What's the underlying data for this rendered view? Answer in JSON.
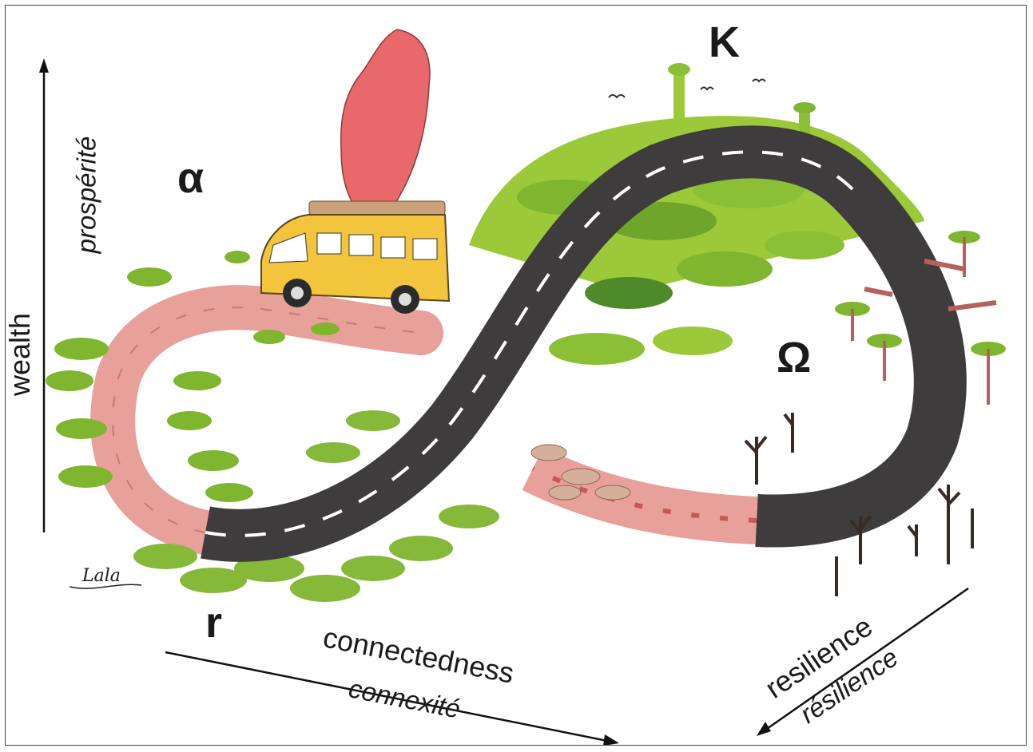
{
  "phases": {
    "alpha": "α",
    "K": "K",
    "omega": "Ω",
    "r": "r"
  },
  "axes": {
    "vertical": {
      "en": "wealth",
      "fr": "prospérité"
    },
    "horizontal": {
      "en": "connectedness",
      "fr": "connexité"
    },
    "diagonal": {
      "en": "resilience",
      "fr": "résilience"
    }
  },
  "signature": "Lala",
  "colors": {
    "dirt_road": "#e8a09a",
    "asphalt": "#3f3c3d",
    "forest_dark": "#4f8a2a",
    "forest_light": "#9cc93a",
    "madagascar": "#e8686c",
    "taxi_brousse": "#f2c53c",
    "dead_wood": "#3a2a26",
    "cut_logs": "#b5625c"
  }
}
